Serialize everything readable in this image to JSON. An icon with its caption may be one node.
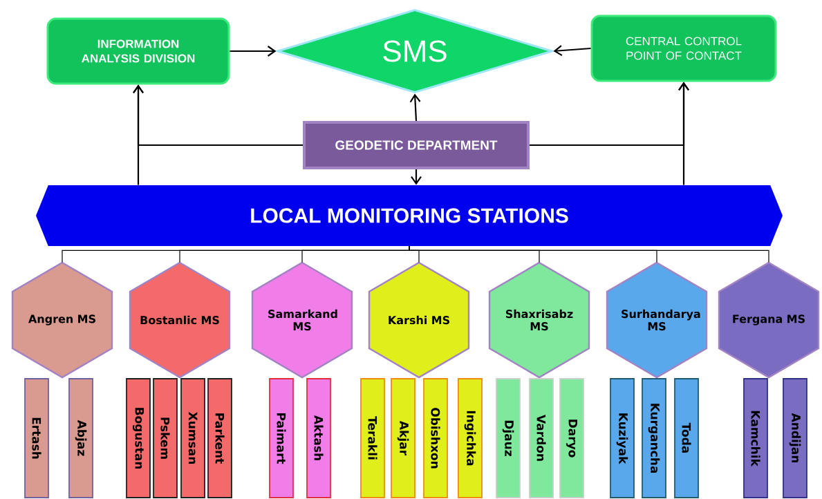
{
  "diagram": {
    "nodes": [
      {
        "text": [
          "INFORMATION ANALYSIS DIVISION"
        ]
      },
      {
        "text": [
          "SMS"
        ]
      },
      {
        "text": [
          "CENTRAL CONTROL POINT OF CONTACT"
        ]
      },
      {
        "text": [
          "GEODETIC DEPARTMENT"
        ]
      },
      {
        "text": [
          "LOCAL MONITORING STATIONS"
        ]
      },
      {
        "text": [
          "Angren MS"
        ]
      },
      {
        "text": [
          "Bostanlic MS"
        ]
      },
      {
        "text": [
          "Samarkand MS"
        ]
      },
      {
        "text": [
          "Karshi MS"
        ]
      },
      {
        "text": [
          "Shaxrisabz MS"
        ]
      },
      {
        "text": [
          "Surhandarya MS"
        ]
      },
      {
        "text": [
          "Fergana MS"
        ]
      },
      {
        "text": [
          "Ertash"
        ]
      },
      {
        "text": [
          "Abjaz"
        ]
      },
      {
        "text": [
          "Bogustan"
        ]
      },
      {
        "text": [
          "Pskem"
        ]
      },
      {
        "text": [
          "Xumsan"
        ]
      },
      {
        "text": [
          "Parkent"
        ]
      },
      {
        "text": [
          "Paimart"
        ]
      },
      {
        "text": [
          "Aktash"
        ]
      },
      {
        "text": [
          "Terakli"
        ]
      },
      {
        "text": [
          "Akjar"
        ]
      },
      {
        "text": [
          "Obishxon"
        ]
      },
      {
        "text": [
          "Ingichka"
        ]
      },
      {
        "text": [
          "Djauz"
        ]
      },
      {
        "text": [
          "Vardon"
        ]
      },
      {
        "text": [
          "Daryo"
        ]
      },
      {
        "text": [
          "Kuziyak"
        ]
      },
      {
        "text": [
          "Kurgancha"
        ]
      },
      {
        "text": [
          "Toda"
        ]
      },
      {
        "text": [
          "Kamchik"
        ]
      },
      {
        "text": [
          "Andijan"
        ]
      }
    ],
    "edges": [
      {
        "from": 0,
        "to": 1,
        "arrow": "to"
      },
      {
        "from": 2,
        "to": 1,
        "arrow": "to"
      },
      {
        "from": 3,
        "to": 1,
        "arrow": "to"
      },
      {
        "from": 3,
        "to": 4,
        "arrow": "to"
      },
      {
        "from": 4,
        "to": 0,
        "arrow": "to"
      },
      {
        "from": 3,
        "to": 0,
        "arrow": "to"
      },
      {
        "from": 4,
        "to": 2,
        "arrow": "to"
      },
      {
        "from": 3,
        "to": 2,
        "arrow": "to"
      },
      {
        "from": 4,
        "to": 5,
        "arrow": "none"
      },
      {
        "from": 4,
        "to": 6,
        "arrow": "none"
      },
      {
        "from": 4,
        "to": 7,
        "arrow": "none"
      },
      {
        "from": 4,
        "to": 8,
        "arrow": "none"
      },
      {
        "from": 4,
        "to": 9,
        "arrow": "none"
      },
      {
        "from": 4,
        "to": 10,
        "arrow": "none"
      },
      {
        "from": 4,
        "to": 11,
        "arrow": "none"
      }
    ]
  }
}
